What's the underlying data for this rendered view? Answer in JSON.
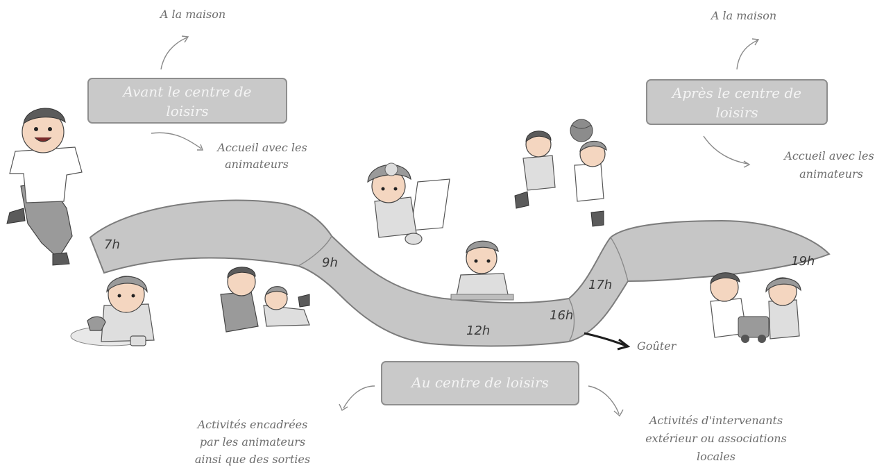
{
  "boxes": {
    "before": {
      "line1": "Avant le centre de",
      "line2": "loisirs"
    },
    "after": {
      "line1": "Après le centre de",
      "line2": "loisirs"
    },
    "center": {
      "label": "Au centre de loisirs"
    }
  },
  "notes": {
    "home_left": "A la maison",
    "home_right": "A la maison",
    "welcome_left": {
      "line1": "Accueil avec les",
      "line2": "animateurs"
    },
    "welcome_right": {
      "line1": "Accueil avec les",
      "line2": "animateurs"
    },
    "snack": "Goûter",
    "activities_left": {
      "line1": "Activités encadrées",
      "line2": "par les animateurs",
      "line3": "ainsi que des sorties"
    },
    "activities_right": {
      "line1": "Activités d'intervenants",
      "line2": "extérieur ou associations",
      "line3": "locales"
    }
  },
  "timeline": {
    "hours": [
      "7h",
      "9h",
      "12h",
      "16h",
      "17h",
      "19h"
    ],
    "colors": {
      "band": "#c6c6c6",
      "band_stroke": "#7c7c7c",
      "box": "#c9c9c9"
    }
  }
}
